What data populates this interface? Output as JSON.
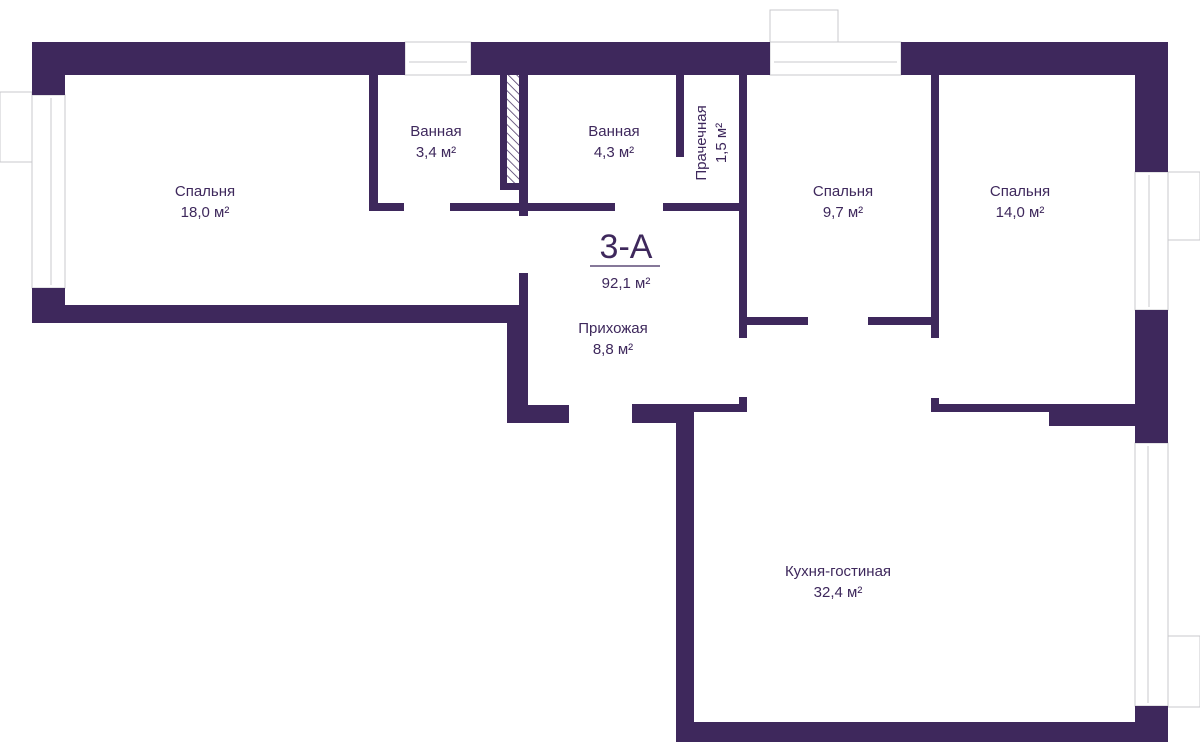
{
  "plan": {
    "apartment_code": "3-A",
    "total_area": "92,1 м²",
    "wall_color": "#3e285c"
  },
  "rooms": [
    {
      "name": "Спальня",
      "area": "18,0 м²"
    },
    {
      "name": "Ванная",
      "area": "3,4 м²"
    },
    {
      "name": "Ванная",
      "area": "4,3 м²"
    },
    {
      "name": "Прачечная",
      "area": "1,5 м²"
    },
    {
      "name": "Спальня",
      "area": "9,7 м²"
    },
    {
      "name": "Спальня",
      "area": "14,0 м²"
    },
    {
      "name": "Прихожая",
      "area": "8,8 м²"
    },
    {
      "name": "Кухня-гостиная",
      "area": "32,4 м²"
    }
  ]
}
